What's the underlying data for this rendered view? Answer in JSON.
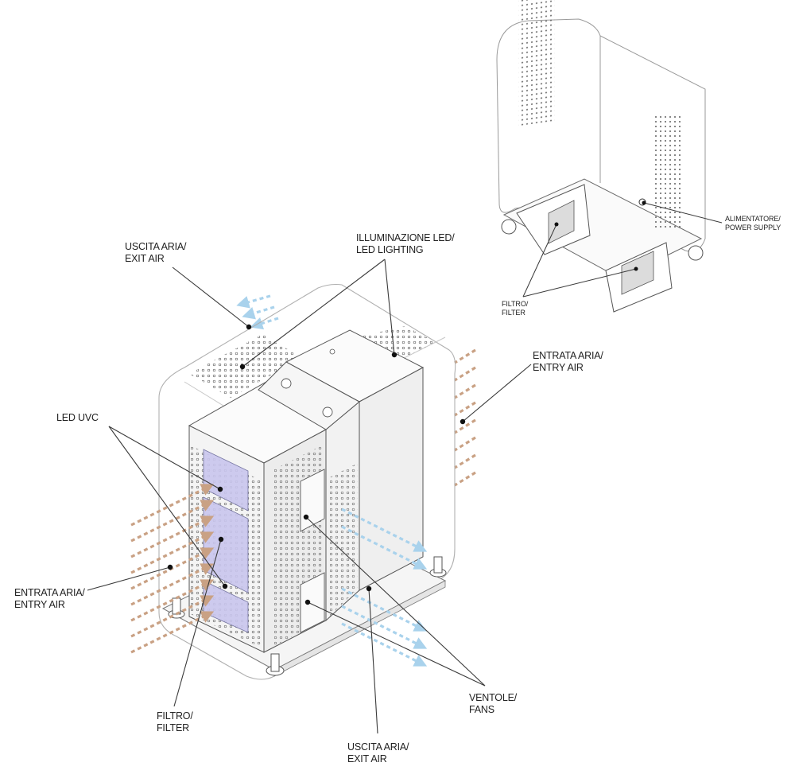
{
  "labels": {
    "exit_air_top": [
      "USCITA ARIA/",
      "EXIT AIR"
    ],
    "led_lighting": [
      "ILLUMINAZIONE LED/",
      "LED LIGHTING"
    ],
    "led_uvc": [
      "LED UVC"
    ],
    "entry_air_right": [
      "ENTRATA ARIA/",
      "ENTRY AIR"
    ],
    "entry_air_left": [
      "ENTRATA ARIA/",
      "ENTRY AIR"
    ],
    "filter_bottom": [
      "FILTRO/",
      "FILTER"
    ],
    "fans": [
      "VENTOLE/",
      "FANS"
    ],
    "exit_air_bottom": [
      "USCITA ARIA/",
      "EXIT AIR"
    ],
    "filter_inset": [
      "FILTRO/",
      "FILTER"
    ],
    "power_supply": [
      "ALIMENTATORE/",
      "POWER SUPPLY"
    ]
  },
  "colors": {
    "line": "#3a3a3a",
    "body_line": "#9a9a9a",
    "panel_fill": "#f3f3f3",
    "uvc_fill": "#c9c6ee",
    "filter_fill": "#dcdcdc",
    "entry_arrow": "#c9a184",
    "exit_arrow": "#a9d2ec",
    "dot": "#111111"
  }
}
